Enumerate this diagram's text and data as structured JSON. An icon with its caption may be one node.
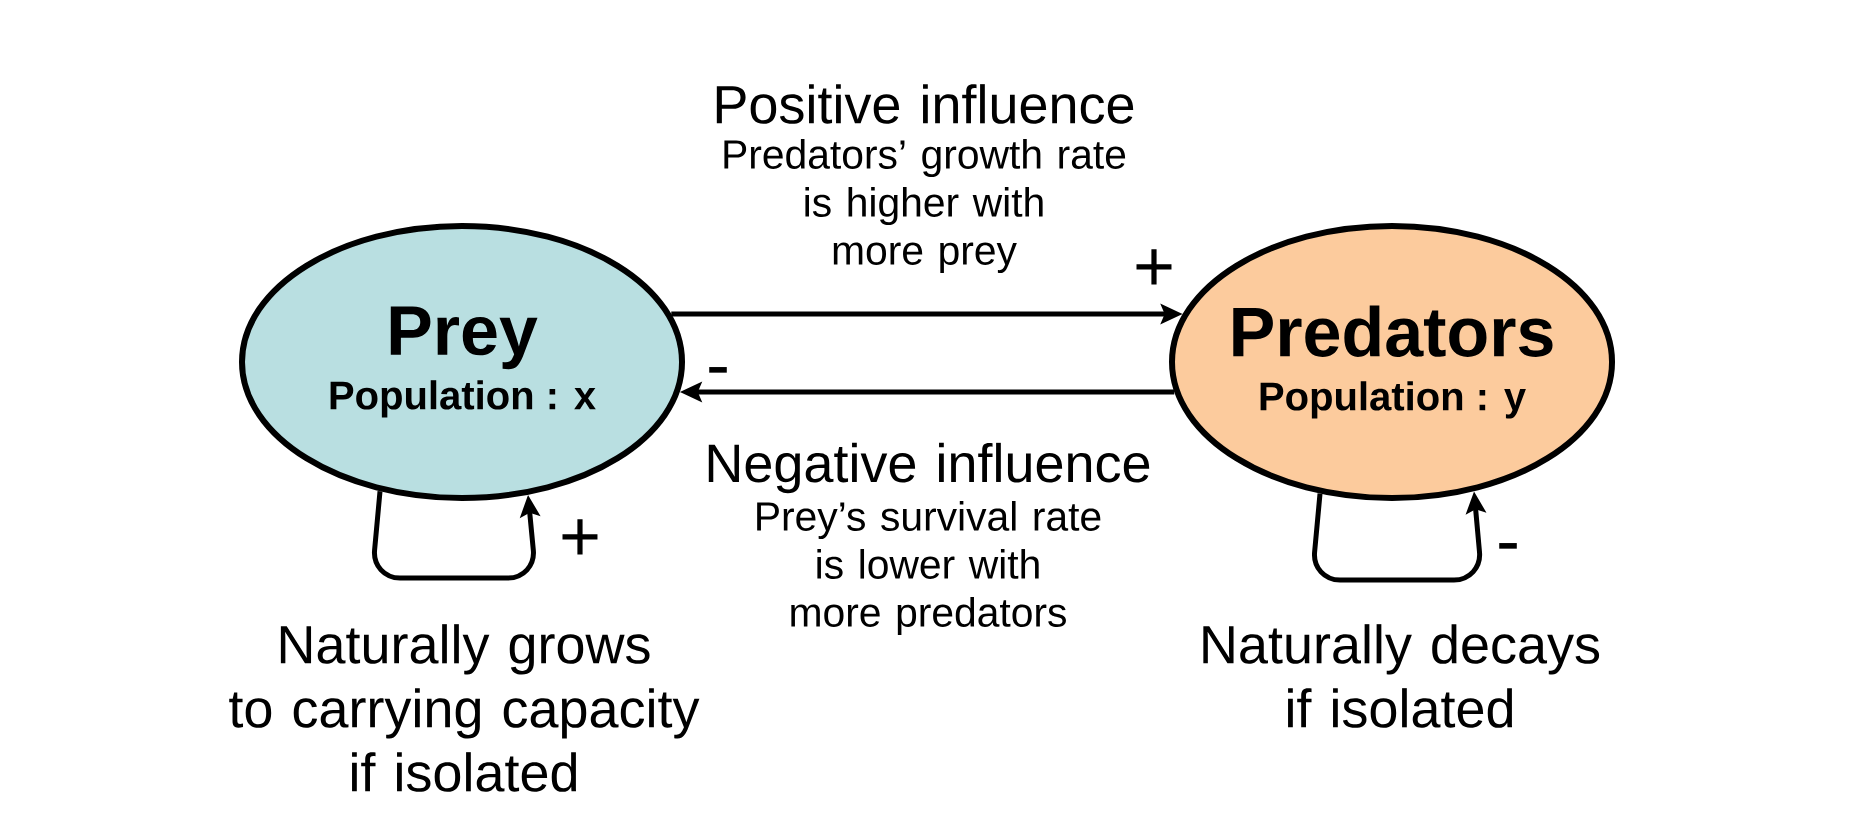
{
  "diagram": {
    "nodes": [
      {
        "text": [
          "Prey",
          "Population : x"
        ],
        "beside": [
          "Naturally grows to carrying capacity if isolated"
        ]
      },
      {
        "text": [
          "Predators",
          "Population : y"
        ],
        "beside": [
          "Naturally decays if isolated"
        ]
      }
    ],
    "edges": [
      {
        "from": 0,
        "to": 1,
        "arrow": "to",
        "label": "+"
      },
      {
        "from": 1,
        "to": 0,
        "arrow": "to",
        "label": "-"
      },
      {
        "from": 0,
        "to": 0,
        "arrow": "to",
        "label": "+"
      },
      {
        "from": 1,
        "to": 1,
        "arrow": "to",
        "label": "-"
      }
    ],
    "labels": [
      "Positive influence",
      "Predators’ growth rate is higher with more prey",
      "Negative influence",
      "Prey’s survival rate is lower with more predators"
    ]
  }
}
